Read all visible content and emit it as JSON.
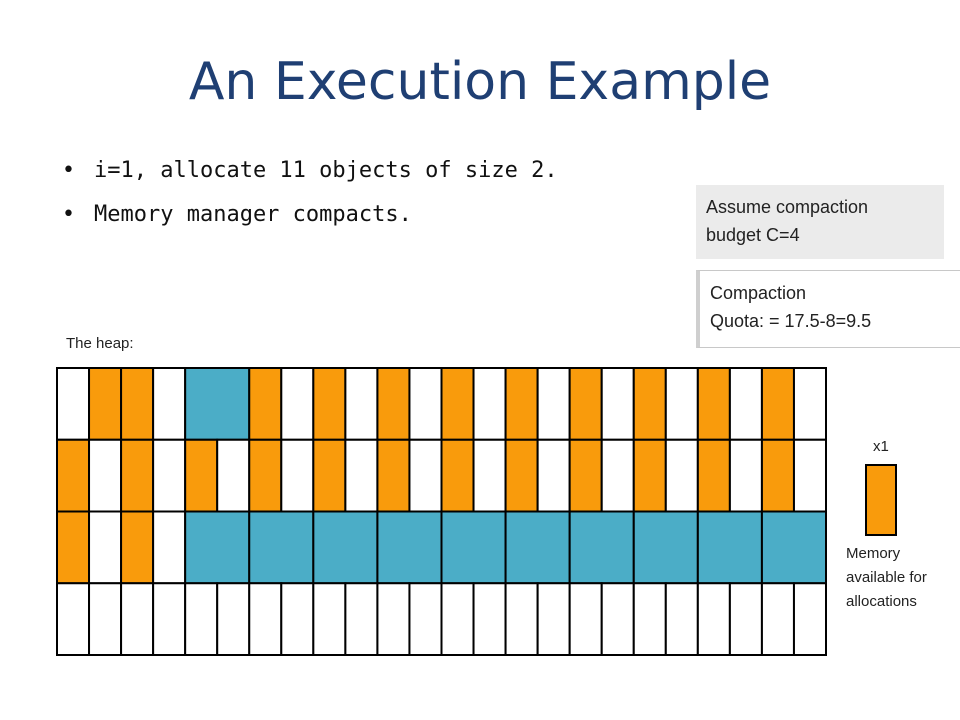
{
  "slide": {
    "title": "An Execution Example",
    "bullets": [
      "i=1, allocate 11 objects of size 2.",
      "Memory manager compacts."
    ]
  },
  "callouts": {
    "budget": [
      "Assume compaction",
      "budget C=4"
    ],
    "quota": [
      "Compaction",
      "Quota: = 17.5-8=9.5"
    ]
  },
  "heap": {
    "label": "The heap:",
    "rows": 4,
    "cols": 24,
    "colors": {
      "free": "#ffffff",
      "allocated": "#f99b0c",
      "compacted": "#4badc7",
      "stroke": "#000000"
    },
    "segments": [
      [
        [
          "f",
          1
        ],
        [
          "a",
          1
        ],
        [
          "a",
          1
        ],
        [
          "f",
          1
        ],
        [
          "c",
          2
        ],
        [
          "a",
          1
        ],
        [
          "f",
          1
        ],
        [
          "a",
          1
        ],
        [
          "f",
          1
        ],
        [
          "a",
          1
        ],
        [
          "f",
          1
        ],
        [
          "a",
          1
        ],
        [
          "f",
          1
        ],
        [
          "a",
          1
        ],
        [
          "f",
          1
        ],
        [
          "a",
          1
        ],
        [
          "f",
          1
        ],
        [
          "a",
          1
        ],
        [
          "f",
          1
        ],
        [
          "a",
          1
        ],
        [
          "f",
          1
        ],
        [
          "a",
          1
        ],
        [
          "f",
          1
        ]
      ],
      [
        [
          "a",
          1
        ],
        [
          "f",
          1
        ],
        [
          "a",
          1
        ],
        [
          "f",
          1
        ],
        [
          "a",
          1
        ],
        [
          "f",
          1
        ],
        [
          "a",
          1
        ],
        [
          "f",
          1
        ],
        [
          "a",
          1
        ],
        [
          "f",
          1
        ],
        [
          "a",
          1
        ],
        [
          "f",
          1
        ],
        [
          "a",
          1
        ],
        [
          "f",
          1
        ],
        [
          "a",
          1
        ],
        [
          "f",
          1
        ],
        [
          "a",
          1
        ],
        [
          "f",
          1
        ],
        [
          "a",
          1
        ],
        [
          "f",
          1
        ],
        [
          "a",
          1
        ],
        [
          "f",
          1
        ],
        [
          "a",
          1
        ],
        [
          "f",
          1
        ]
      ],
      [
        [
          "a",
          1
        ],
        [
          "f",
          1
        ],
        [
          "a",
          1
        ],
        [
          "f",
          1
        ],
        [
          "c",
          2
        ],
        [
          "c",
          2
        ],
        [
          "c",
          2
        ],
        [
          "c",
          2
        ],
        [
          "c",
          2
        ],
        [
          "c",
          2
        ],
        [
          "c",
          2
        ],
        [
          "c",
          2
        ],
        [
          "c",
          2
        ],
        [
          "c",
          2
        ]
      ],
      [
        [
          "f",
          1
        ],
        [
          "f",
          1
        ],
        [
          "f",
          1
        ],
        [
          "f",
          1
        ],
        [
          "f",
          1
        ],
        [
          "f",
          1
        ],
        [
          "f",
          1
        ],
        [
          "f",
          1
        ],
        [
          "f",
          1
        ],
        [
          "f",
          1
        ],
        [
          "f",
          1
        ],
        [
          "f",
          1
        ],
        [
          "f",
          1
        ],
        [
          "f",
          1
        ],
        [
          "f",
          1
        ],
        [
          "f",
          1
        ],
        [
          "f",
          1
        ],
        [
          "f",
          1
        ],
        [
          "f",
          1
        ],
        [
          "f",
          1
        ],
        [
          "f",
          1
        ],
        [
          "f",
          1
        ],
        [
          "f",
          1
        ],
        [
          "f",
          1
        ]
      ]
    ]
  },
  "legend": {
    "multiplier": "x1",
    "available": [
      "Memory",
      "available for",
      "allocations"
    ]
  }
}
